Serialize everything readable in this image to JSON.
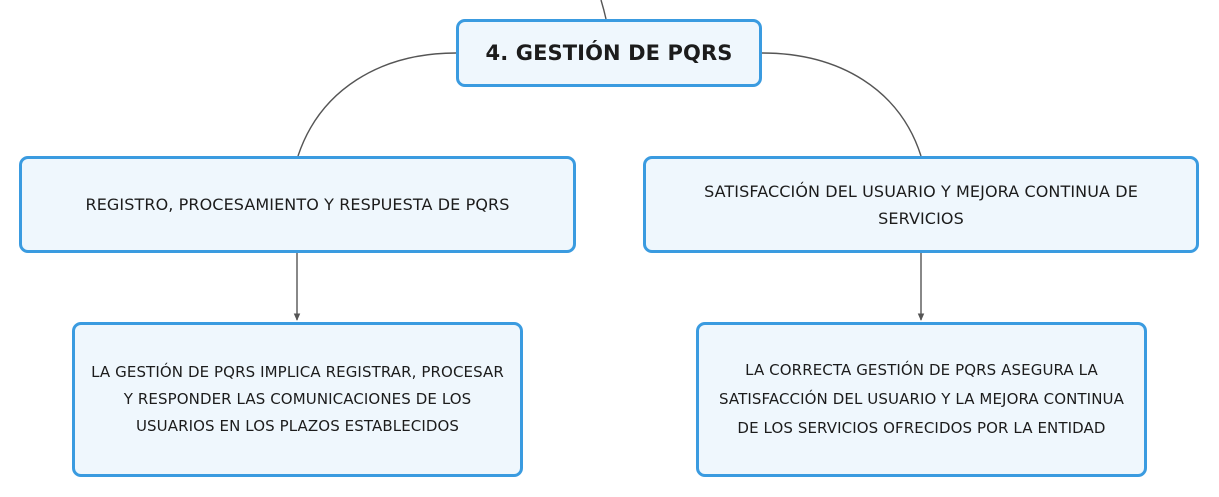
{
  "diagram": {
    "root": {
      "label": "4. GESTIÓN DE PQRS"
    },
    "branches": [
      {
        "label": "REGISTRO, PROCESAMIENTO Y RESPUESTA DE PQRS",
        "detail": "LA GESTIÓN DE PQRS IMPLICA REGISTRAR, PROCESAR Y RESPONDER LAS COMUNICACIONES DE LOS USUARIOS EN LOS PLAZOS ESTABLECIDOS"
      },
      {
        "label": "SATISFACCIÓN DEL USUARIO Y MEJORA CONTINUA DE SERVICIOS",
        "detail": "LA CORRECTA GESTIÓN DE PQRS ASEGURA LA SATISFACCIÓN DEL USUARIO Y LA MEJORA CONTINUA DE LOS SERVICIOS OFRECIDOS POR LA ENTIDAD"
      }
    ],
    "colors": {
      "node_border": "#3a9be0",
      "node_fill": "#eff7fd",
      "connector": "#555555",
      "text": "#1c1c1c"
    }
  }
}
